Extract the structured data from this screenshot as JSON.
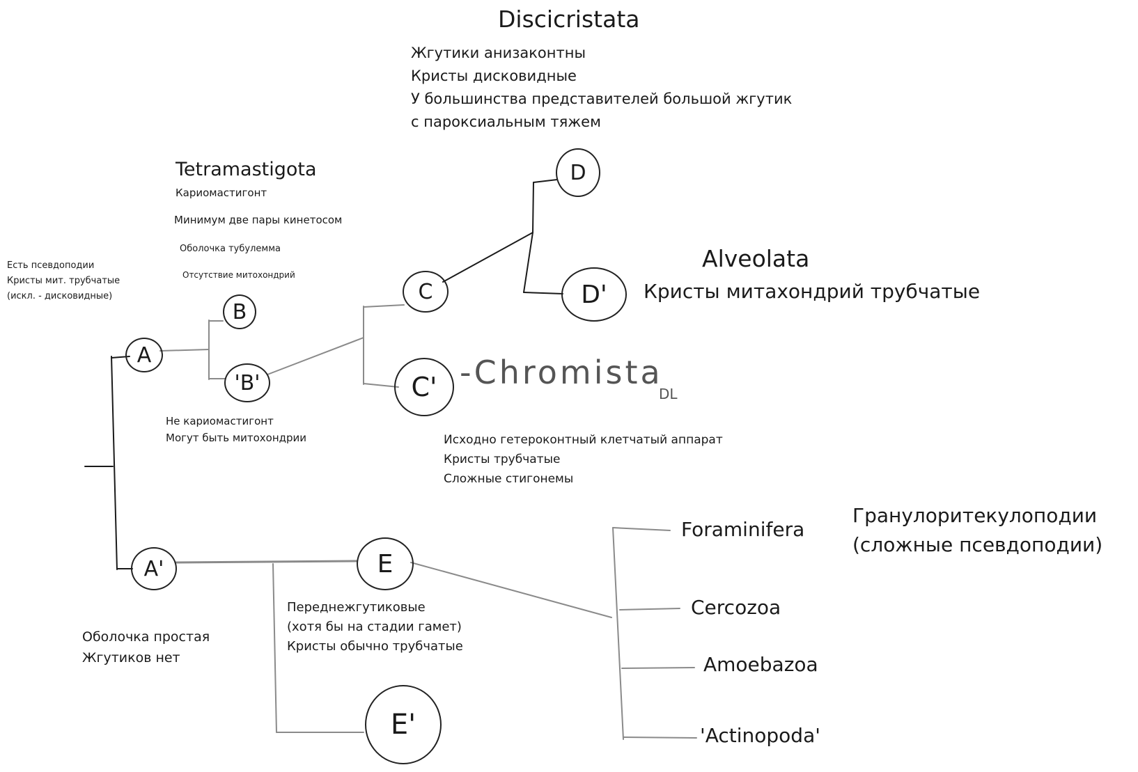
{
  "nodes": {
    "A": "A",
    "A_prime": "A'",
    "B": "B",
    "B_prime": "'B'",
    "C": "C",
    "C_prime": "C'",
    "D": "D",
    "D_prime": "D'",
    "E": "E",
    "E_prime": "E'"
  },
  "labels": {
    "discicristata_title": "Discicristata",
    "discicristata_notes": [
      "Жгутики анизаконтны",
      "Кристы дисковидные",
      "У большинства представителей большой жгутик",
      "с пароксиальным тяжем"
    ],
    "tetramastigota_title": "Tetramastigota",
    "tetramastigota_notes": [
      "Кариомастигонт",
      "Минимум две пары кинетосом",
      "Оболочка тубулемма",
      "Отсутствие митохондрий"
    ],
    "root_notes": [
      "Есть псевдоподии",
      "Кристы мит. трубчатые",
      "(искл. - дисковидные)"
    ],
    "alveolata_title": "Alveolata",
    "alveolata_note": "Кристы митахондрий трубчатые",
    "chromista_label": "-Chromista",
    "chromista_suffix": "DL",
    "b_prime_notes": [
      "Не кариомастигонт",
      "Могут быть митохондрии"
    ],
    "c_prime_notes": [
      "Исходно гетероконтный клетчатый аппарат",
      "Кристы трубчатые",
      "Сложные стигонемы"
    ],
    "a_prime_notes": [
      "Оболочка простая",
      "Жгутиков нет"
    ],
    "e_notes": [
      "Переднежгутиковые",
      "(хотя бы на стадии гамет)",
      "Кристы обычно трубчатые"
    ],
    "foraminifera": "Foraminifera",
    "foraminifera_notes": [
      "Гранулоритекулоподии",
      "(сложные псевдоподии)"
    ],
    "cercozoa": "Cercozoa",
    "amoebazoa": "Amoebazoa",
    "actinopoda": "'Actinopoda'"
  },
  "colors": {
    "ink": "#1a1a1a",
    "line": "#8a8a8a"
  }
}
